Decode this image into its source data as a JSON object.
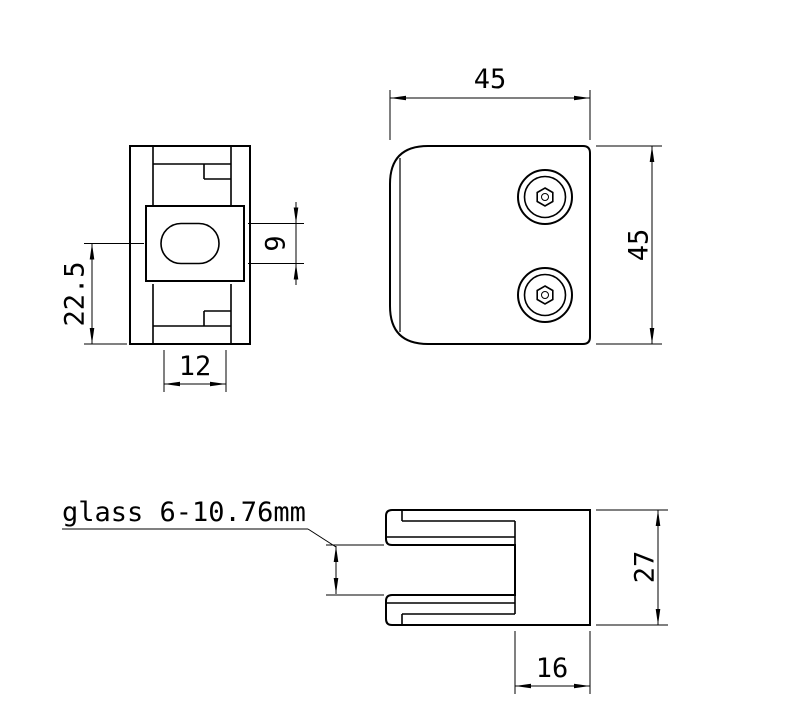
{
  "drawing": {
    "background": "#ffffff",
    "line_color": "#000000",
    "views": {
      "back_view": {
        "dims": {
          "center_to_bottom": "22.5",
          "pin_slot_height": "9",
          "slot_width": "12"
        }
      },
      "front_view": {
        "dims": {
          "width": "45",
          "height": "45"
        }
      },
      "side_view": {
        "dims": {
          "height": "27",
          "depth": "16"
        },
        "glass_note": "glass 6-10.76mm"
      }
    }
  }
}
